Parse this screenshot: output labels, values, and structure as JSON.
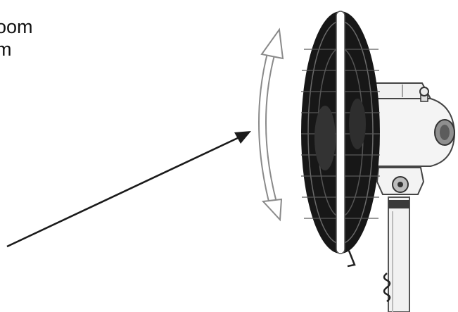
{
  "caption": {
    "line1": "oom",
    "line2": "m"
  },
  "figure": {
    "subject": "pedestal-fan-side-view",
    "icons": [
      "pointer-arrow-icon",
      "tilt-arrow-icon",
      "fan-icon"
    ]
  }
}
